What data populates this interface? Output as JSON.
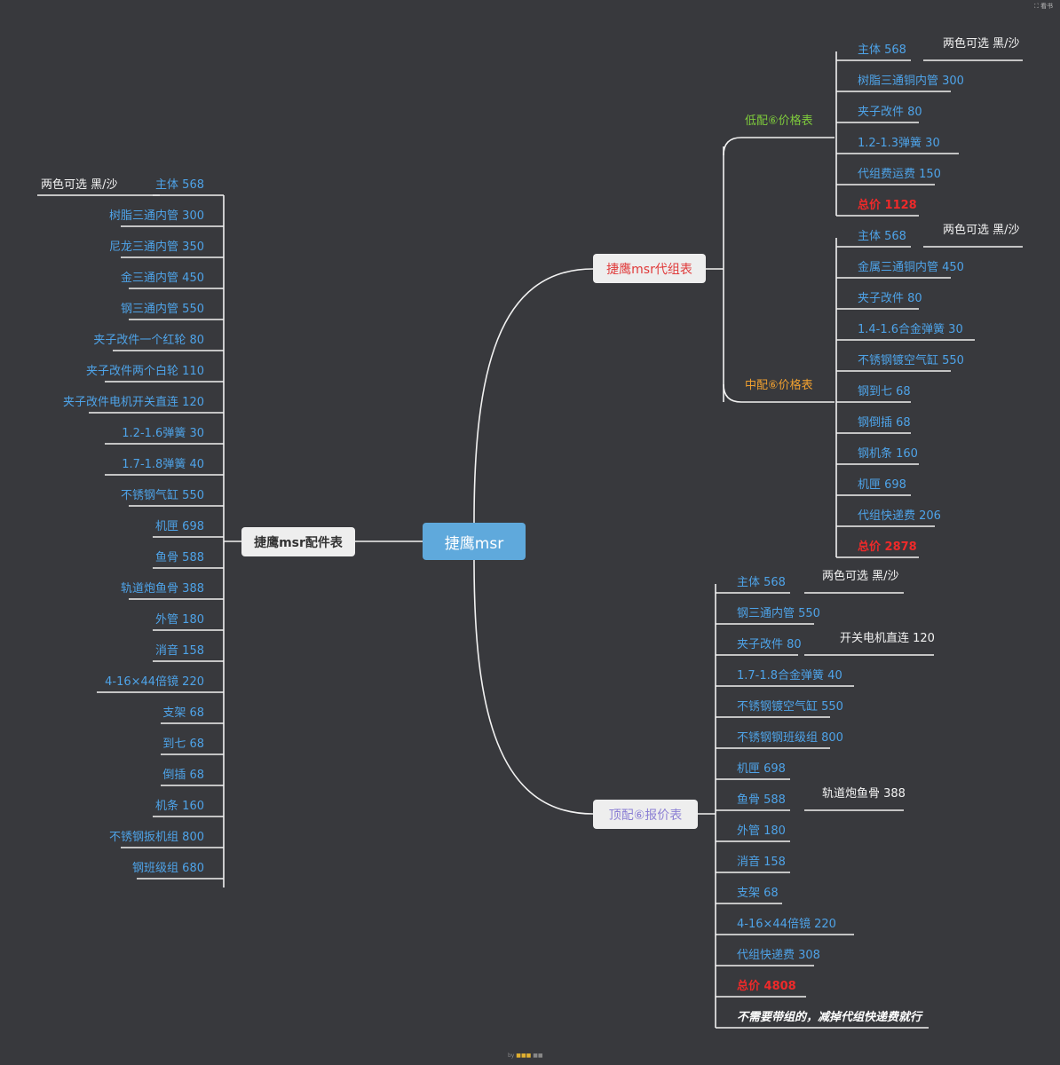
{
  "root": {
    "label": "捷鹰msr"
  },
  "parts_table": {
    "title": "捷鹰msr配件表",
    "note": "两色可选 黑/沙",
    "items": [
      "主体 568",
      "树脂三通内管 300",
      "尼龙三通内管 350",
      "金三通内管 450",
      "钢三通内管 550",
      "夹子改件一个红轮 80",
      "夹子改件两个白轮 110",
      "夹子改件电机开关直连 120",
      "1.2-1.6弹簧 30",
      "1.7-1.8弹簧 40",
      "不锈钢气缸 550",
      "机匣 698",
      "鱼骨 588",
      "轨道炮鱼骨 388",
      "外管 180",
      "消音 158",
      "4-16×44倍镜 220",
      "支架 68",
      "到七 68",
      "倒插 68",
      "机条 160",
      "不锈钢扳机组 800",
      "钢班级组 680"
    ]
  },
  "assembly_table": {
    "title": "捷鹰msr代组表",
    "low": {
      "title": "低配⑥价格表",
      "note": "两色可选 黑/沙",
      "items": [
        "主体 568",
        "树脂三通铜内管 300",
        "夹子改件 80",
        "1.2-1.3弹簧 30",
        "代组费运费 150"
      ],
      "total": "总价 1128"
    },
    "mid": {
      "title": "中配⑥价格表",
      "note": "两色可选 黑/沙",
      "items": [
        "主体 568",
        "金属三通铜内管 450",
        "夹子改件 80",
        "1.4-1.6合金弹簧 30",
        "不锈钢镀空气缸 550",
        "钢到七 68",
        "钢倒插 68",
        "钢机条 160",
        "机匣 698",
        "代组快递费 206"
      ],
      "total": "总价 2878"
    }
  },
  "top_table": {
    "title": "顶配⑥报价表",
    "items": [
      "主体 568",
      "钢三通内管 550",
      "夹子改件 80",
      "1.7-1.8合金弹簧 40",
      "不锈钢镀空气缸 550",
      "不锈钢钢班级组 800",
      "机匣 698",
      "鱼骨 588",
      "外管 180",
      "消音 158",
      "支架 68",
      "4-16×44倍镜  220",
      "代组快递费 308"
    ],
    "notes": {
      "main": "两色可选 黑/沙",
      "clip": "开关电机直连 120",
      "rail": "轨道炮鱼骨 388"
    },
    "total": "总价  4808",
    "footnote": "不需要带组的，减掉代组快递费就行"
  },
  "colors": {
    "background": "#38393d",
    "line": "#f2f2f2",
    "item_text": "#4ea3e8",
    "total": "#ee2a2a",
    "root": "#5fa9dc",
    "low_title": "#7ecb3c",
    "mid_title": "#f0a030",
    "top_title": "#b7a6ee",
    "assembly_title": "#e03a3a",
    "parts_title": "#333333"
  },
  "chrome": {
    "corner": "⛶ 看书"
  }
}
